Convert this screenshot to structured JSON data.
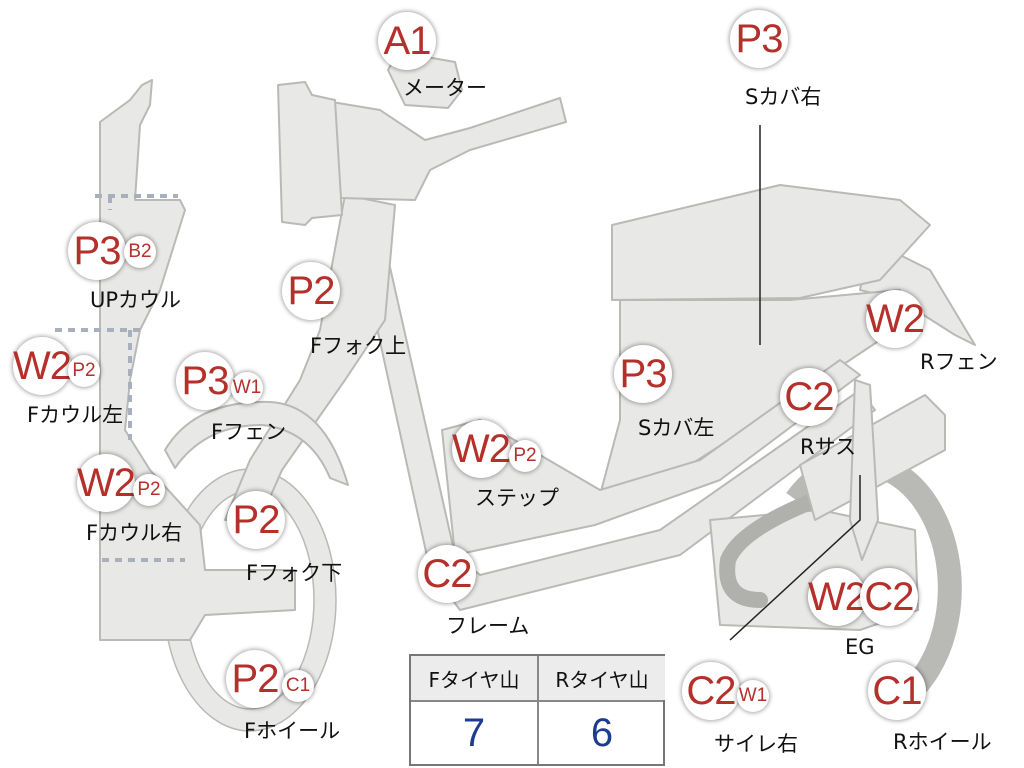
{
  "labels": {
    "meter": "メーター",
    "s_cover_right": "Sカバ右",
    "up_cowl": "UPカウル",
    "f_fork_upper": "Fフォク上",
    "f_cowl_left": "Fカウル左",
    "f_fender": "Fフェン",
    "r_fender": "Rフェン",
    "s_cover_left": "Sカバ左",
    "r_suspension": "Rサス",
    "step": "ステップ",
    "f_cowl_right": "Fカウル右",
    "f_fork_lower": "Fフォク下",
    "frame": "フレーム",
    "engine": "EG",
    "f_wheel": "Fホイール",
    "muffler_right": "サイレ右",
    "r_wheel": "Rホイール"
  },
  "grades": {
    "meter": "A1",
    "s_cover_right": "P3",
    "up_cowl": "P3",
    "up_cowl_sub": "B2",
    "f_fork_upper": "P2",
    "f_cowl_left": "W2",
    "f_cowl_left_sub": "P2",
    "f_fender": "P3",
    "f_fender_sub": "W1",
    "r_fender": "W2",
    "s_cover_left": "P3",
    "r_suspension": "C2",
    "step": "W2",
    "step_sub": "P2",
    "f_cowl_right": "W2",
    "f_cowl_right_sub": "P2",
    "f_fork_lower": "P2",
    "frame": "C2",
    "engine_a": "W2",
    "engine_b": "C2",
    "f_wheel": "P2",
    "f_wheel_sub": "C1",
    "muffler_right": "C2",
    "muffler_right_sub": "W1",
    "r_wheel": "C1"
  },
  "tire_table": {
    "front_header": "Fタイヤ山",
    "rear_header": "Rタイヤ山",
    "front_value": "7",
    "rear_value": "6"
  },
  "colors": {
    "part_fill": "#e8e8e6",
    "part_stroke": "#b9b9b6",
    "grade_text": "#b5302a",
    "tire_value": "#1d3c8f"
  }
}
